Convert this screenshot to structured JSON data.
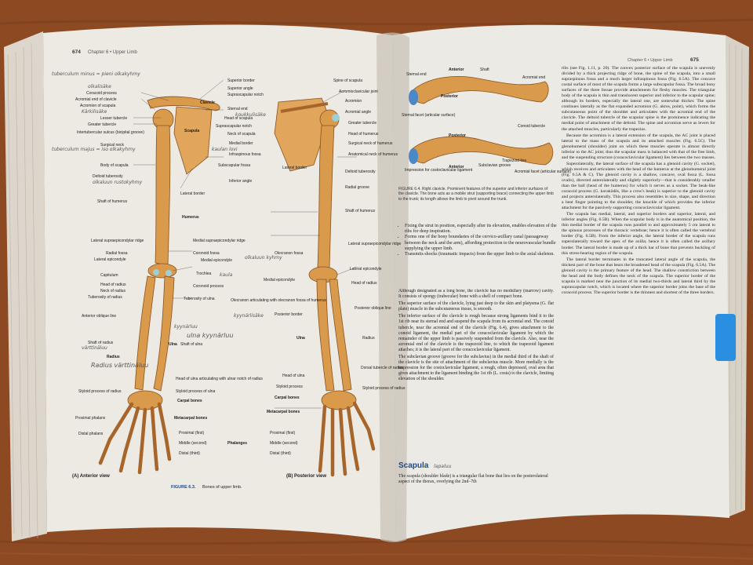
{
  "left_page": {
    "page_number": "674",
    "running_head": "Chapter 6 • Upper Limb",
    "figure_caption_label": "FIGURE 6.3.",
    "figure_caption_text": "Bones of upper limb.",
    "anterior_view_label": "(A) Anterior view",
    "posterior_view_label": "(B) Posterior view",
    "labels_left": [
      "Coracoid process",
      "Acromial end of clavicle",
      "Acromion of scapula",
      "Lesser tubercle",
      "Greater tubercle",
      "Intertubercular sulcus (bicipital groove)",
      "Surgical neck",
      "Body of scapula",
      "Deltoid tuberosity",
      "Shaft of humerus",
      "Lateral supraepicondylar ridge",
      "Radial fossa",
      "Lateral epicondyle",
      "Capitulum",
      "Head of radius",
      "Neck of radius",
      "Tuberosity of radius",
      "Anterior oblique line",
      "Shaft of radius",
      "Radius",
      "Styloid process of radius",
      "Proximal phalanx",
      "Distal phalanx"
    ],
    "labels_mid": [
      "Superior border",
      "Superior angle",
      "Suprascapular notch",
      "Sternal end",
      "Clavicle",
      "Head of scapula",
      "Suprascapular notch",
      "Neck of scapula",
      "Medial border",
      "Scapula",
      "Infraspinous fossa",
      "Subscapular fossa",
      "Inferior angle",
      "Lateral border",
      "Humerus",
      "Medial supraepicondylar ridge",
      "Coronoid fossa",
      "Medial epicondyle",
      "Trochlea",
      "Coronoid process",
      "Tuberosity of ulna",
      "Ulna",
      "Shaft of ulna",
      "Head of ulna articulating with ulnar notch of radius",
      "Styloid process of ulna",
      "Carpal bones",
      "Metacarpal bones",
      "Phalanges",
      "Proximal (first)",
      "Middle (second)",
      "Distal (third)"
    ],
    "labels_posterior": [
      "Spine of scapula",
      "Acromioclavicular joint",
      "Acromion",
      "Acromial angle",
      "Greater tubercle",
      "Head of humerus",
      "Surgical neck of humerus",
      "Anatomical neck of humerus",
      "Deltoid tuberosity",
      "Radial groove",
      "Shaft of humerus",
      "Lateral supraepicondylar ridge",
      "Olecranon fossa",
      "Lateral epicondyle",
      "Medial epicondyle",
      "Head of radius",
      "Olecranon articulating with olecranon fossa of humerus",
      "Posterior border",
      "Posterior oblique line",
      "Ulna",
      "Radius",
      "Head of ulna",
      "Styloid process",
      "Dorsal tubercle of radius",
      "Styloid process of radius",
      "Carpal bones",
      "Metacarpal bones",
      "Proximal (first)",
      "Middle (second)",
      "Distal (third)",
      "Lateral border"
    ],
    "handwritten_notes": [
      "tuberculum minus = pieni olkakyhmy",
      "tuberculum majus = iso olkakyhmy",
      "olkalisäke",
      "Kärkilisäke",
      "koukkulisäke",
      "värttinäluu",
      "kyynärluu",
      "ulna kyynärluu",
      "Radius värttinäluu",
      "olkaluun rustokyhmy",
      "olkaluun kyhmy",
      "kyynärlisäke",
      "kaula",
      "kaulan lovi"
    ]
  },
  "right_page": {
    "running_head": "Chapter 6 • Upper Limb",
    "page_number": "675",
    "clavicle_labels_top": [
      "Sternal end",
      "Anterior",
      "Shaft",
      "Acromial end",
      "Posterior"
    ],
    "clavicle_labels_bottom": [
      "Sternal facet (articular surface)",
      "Posterior",
      "Conoid tubercle",
      "Trapezoid line",
      "Impression for costoclavicular ligament",
      "Anterior",
      "Subclavian groove",
      "Acromial facet (articular surface)"
    ],
    "figure_caption": "FIGURE 6.4. Right clavicle. Prominent features of the superior and inferior surfaces of the clavicle. The bone acts as a mobile strut (supporting brace) connecting the upper limb to the trunk; its length allows the limb to pivot around the trunk.",
    "bullets": [
      "Fixing the strut in position, especially after its elevation, enables elevation of the ribs for deep inspiration.",
      "Forms one of the bony boundaries of the cervico-axillary canal (passageway between the neck and the arm), affording protection to the neurovascular bundle supplying the upper limb.",
      "Transmits shocks (traumatic impacts) from the upper limb to the axial skeleton."
    ],
    "col1_paragraphs": [
      "Although designated as a long bone, the clavicle has no medullary (marrow) cavity. It consists of spongy (trabecular) bone with a shell of compact bone.",
      "The superior surface of the clavicle, lying just deep to the skin and platysma (G. flat plate) muscle in the subcutaneous tissue, is smooth.",
      "The inferior surface of the clavicle is rough because strong ligaments bind it to the 1st rib near its sternal end and suspend the scapula from its acromial end. The conoid tubercle, near the acromial end of the clavicle (Fig. 6.4), gives attachment to the conoid ligament, the medial part of the coracoclavicular ligament by which the remainder of the upper limb is passively suspended from the clavicle. Also, near the acromial end of the clavicle is the trapezoid line, to which the trapezoid ligament attaches; it is the lateral part of the coracoclavicular ligament.",
      "The subclavian groove (groove for the subclavius) in the medial third of the shaft of the clavicle is the site of attachment of the subclavius muscle. More medially is the impression for the costoclavicular ligament, a rough, often depressed, oval area that gives attachment to the ligament binding the 1st rib (L. costa) to the clavicle, limiting elevation of the shoulder."
    ],
    "section_heading": "Scapula",
    "section_heading_note": "lapaluu",
    "section_text": "The scapula (shoulder blade) is a triangular flat bone that lies on the posterolateral aspect of the thorax, overlying the 2nd–7th",
    "col2_paragraphs": [
      "ribs (see Fig. 1.11, p. 20). The convex posterior surface of the scapula is unevenly divided by a thick projecting ridge of bone, the spine of the scapula, into a small supraspinous fossa and a much larger infraspinous fossa (Fig. 6.5A). The concave costal surface of most of the scapula forms a large subscapular fossa. The broad bony surfaces of the three fossae provide attachments for fleshy muscles. The triangular body of the scapula is thin and translucent superior and inferior to the scapular spine; although its borders, especially the lateral one, are somewhat thicker. The spine continues laterally as the flat expanded acromion (G. akros, point), which forms the subcutaneous point of the shoulder and articulates with the acromial end of the clavicle. The deltoid tubercle of the scapular spine is the prominence indicating the medial point of attachment of the deltoid. The spine and acromion serve as levers for the attached muscles, particularly the trapezius.",
      "Because the acromion is a lateral extension of the scapula, the AC joint is placed lateral to the mass of the scapula and its attached muscles (Fig. 6.5C). The glenohumeral (shoulder) joint on which these muscles operate is almost directly inferior to the AC joint; thus the scapular mass is balanced with that of the free limb, and the suspending structure (coracoclavicular ligament) lies between the two masses.",
      "Superolaterally, the lateral surface of the scapula has a glenoid cavity (G. socket), which receives and articulates with the head of the humerus at the glenohumeral joint (Fig. 6.5A & C). The glenoid cavity is a shallow, concave, oval fossa (L. fossa ovalis), directed anterolaterally and slightly superiorly—that is considerably smaller than the ball (head of the humerus) for which it serves as a socket. The beak-like coracoid process (G. korakōdēs, like a crow's beak) is superior to the glenoid cavity and projects anterolaterally. This process also resembles in size, shape, and direction a bent finger pointing to the shoulder, the knuckle of which provides the inferior attachment for the passively supporting coracoclavicular ligament.",
      "The scapula has medial, lateral, and superior borders and superior, lateral, and inferior angles (Fig. 6.5B). When the scapular body is in the anatomical position, the thin medial border of the scapula runs parallel to and approximately 5 cm lateral to the spinous processes of the thoracic vertebrae; hence it is often called the vertebral border (Fig. 6.5B). From the inferior angle, the lateral border of the scapula runs superolaterally toward the apex of the axilla; hence it is often called the axillary border. The lateral border is made up of a thick bar of bone that prevents buckling of this stress-bearing region of the scapula.",
      "The lateral border terminates in the truncated lateral angle of the scapula, the thickest part of the bone that bears the broadened head of the scapula (Fig. 6.5A). The glenoid cavity is the primary feature of the head. The shallow constriction between the head and the body defines the neck of the scapula. The superior border of the scapula is marked near the junction of its medial two-thirds and lateral third by the suprascapular notch, which is located where the superior border joins the base of the coracoid process. The superior border is the thinnest and shortest of the three borders."
    ]
  },
  "colors": {
    "table_wood": "#9a5126",
    "page": "#ece8e2",
    "page_shadow": "#c9c2b8",
    "bone": "#d99a4c",
    "bone_dark": "#a8652a",
    "cartilage": "#9ccfd6",
    "tab": "#2a8fe0",
    "ink": "#2a2a2a"
  }
}
